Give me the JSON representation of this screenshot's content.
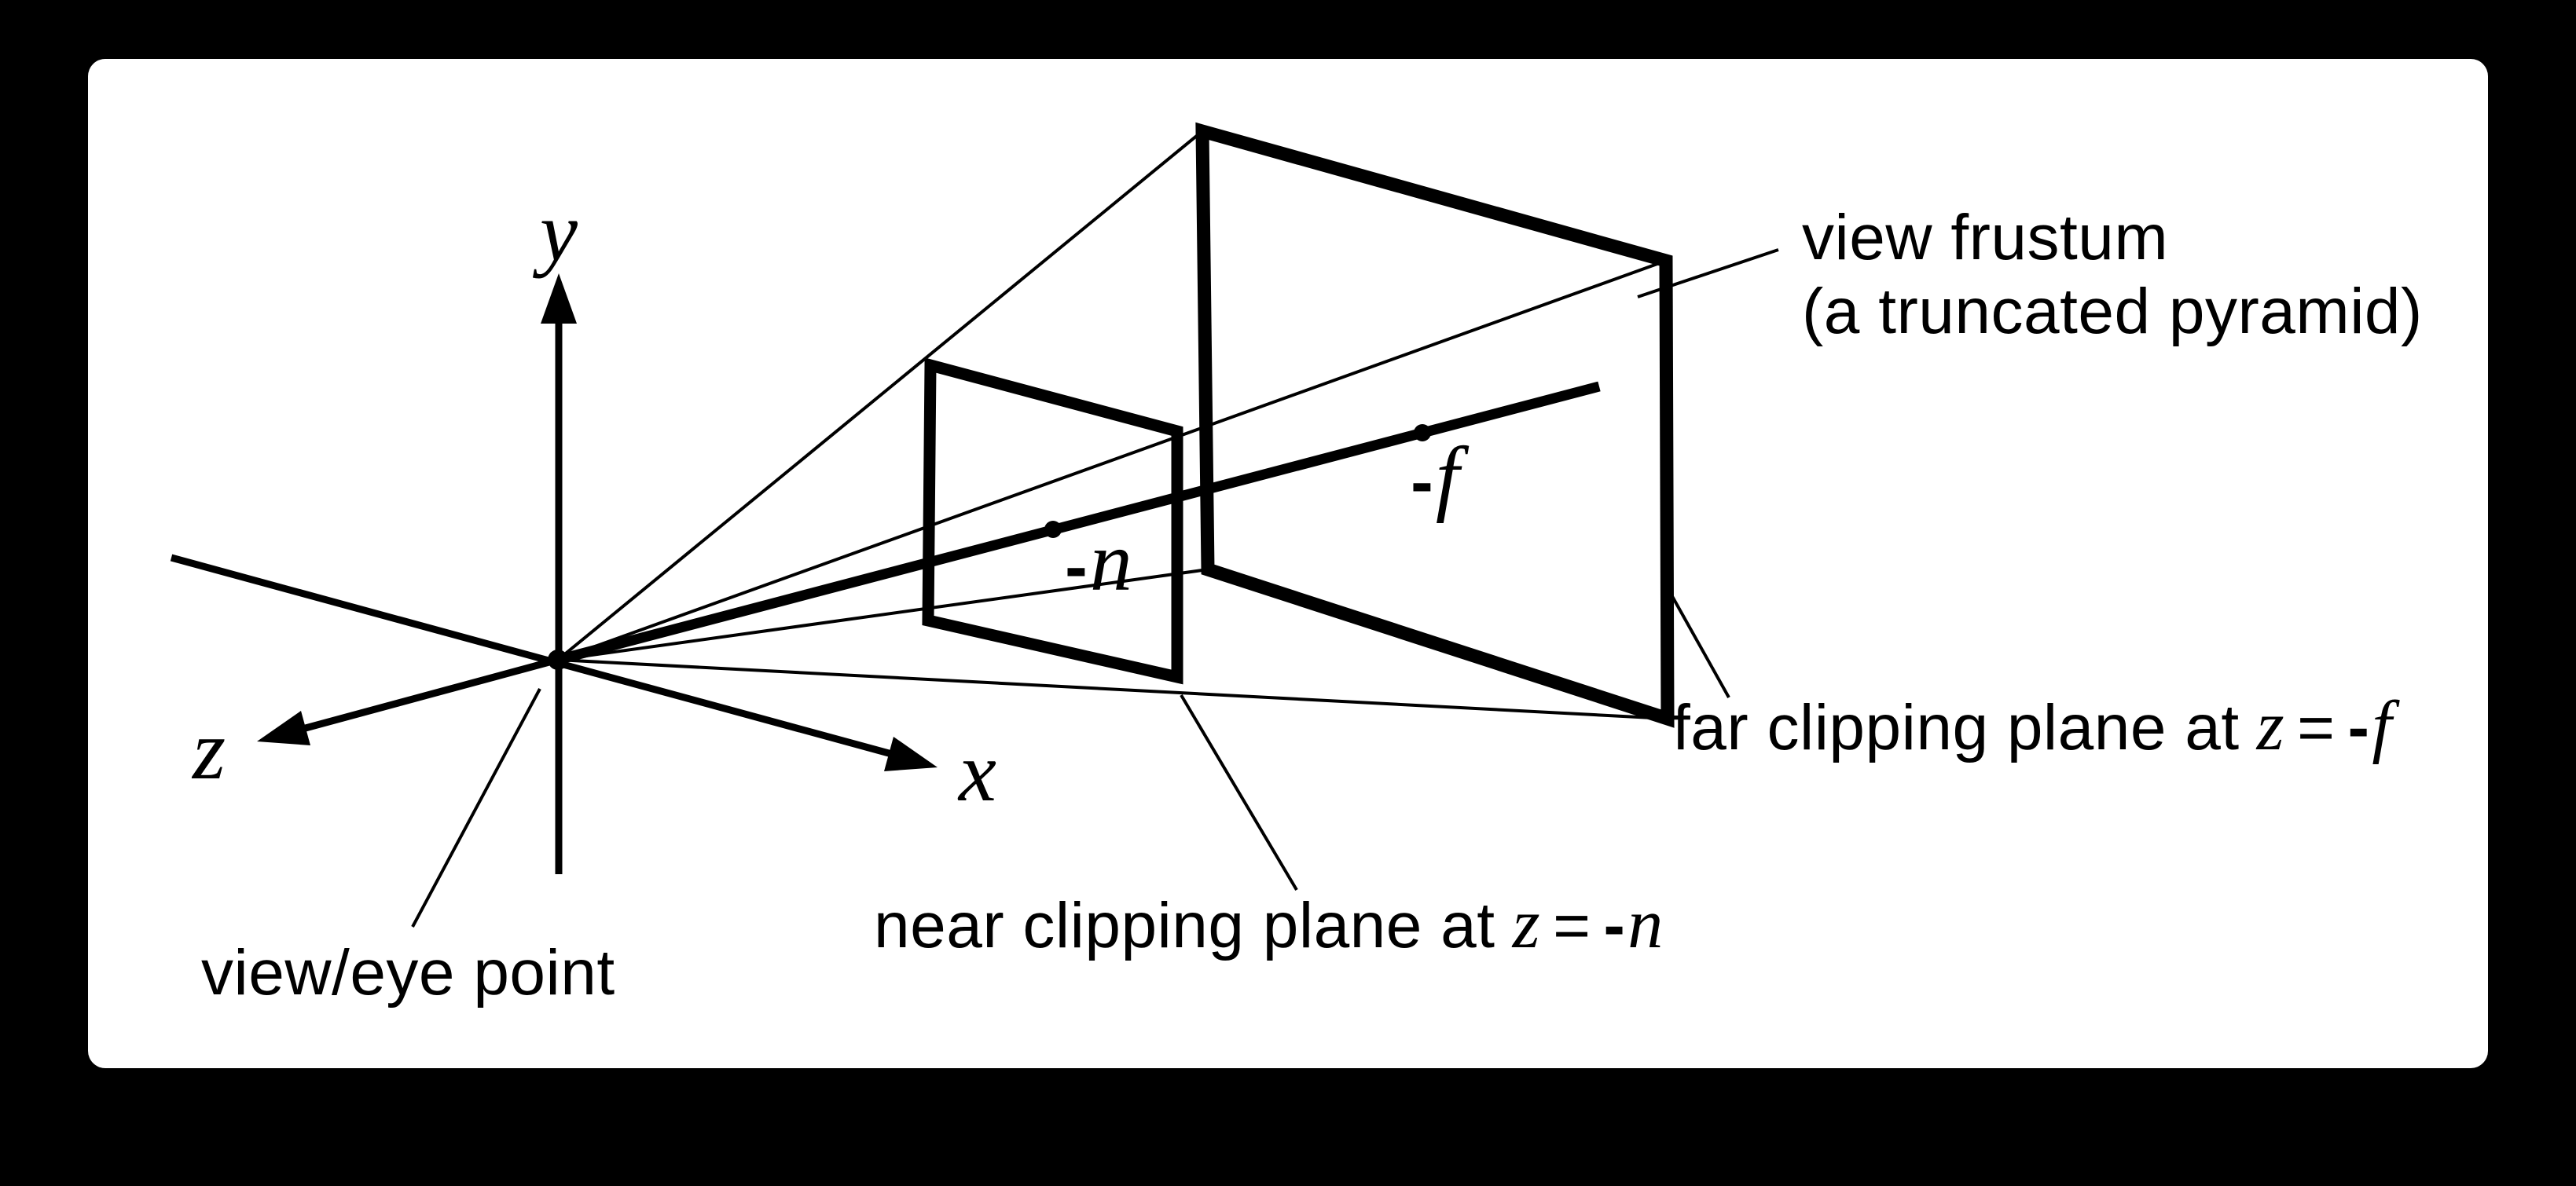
{
  "figure": {
    "axis_labels": {
      "y": "y",
      "z": "z",
      "x": "x"
    },
    "distance_labels": {
      "near": {
        "minus": "-",
        "letter": "n"
      },
      "far": {
        "minus": "-",
        "letter": "f"
      }
    },
    "annotations": {
      "view_frustum_line1": "view frustum",
      "view_frustum_line2": "(a truncated pyramid)",
      "far_plane": {
        "prefix": "far clipping plane at",
        "var": "z",
        "eq": "=",
        "minus": "-",
        "letter": "f"
      },
      "near_plane": {
        "prefix": "near clipping plane at",
        "var": "z",
        "eq": "=",
        "minus": "-",
        "letter": "n"
      },
      "eye_point": "view/eye point"
    },
    "colors": {
      "background": "#000000",
      "panel": "#ffffff",
      "ink": "#000000"
    }
  }
}
